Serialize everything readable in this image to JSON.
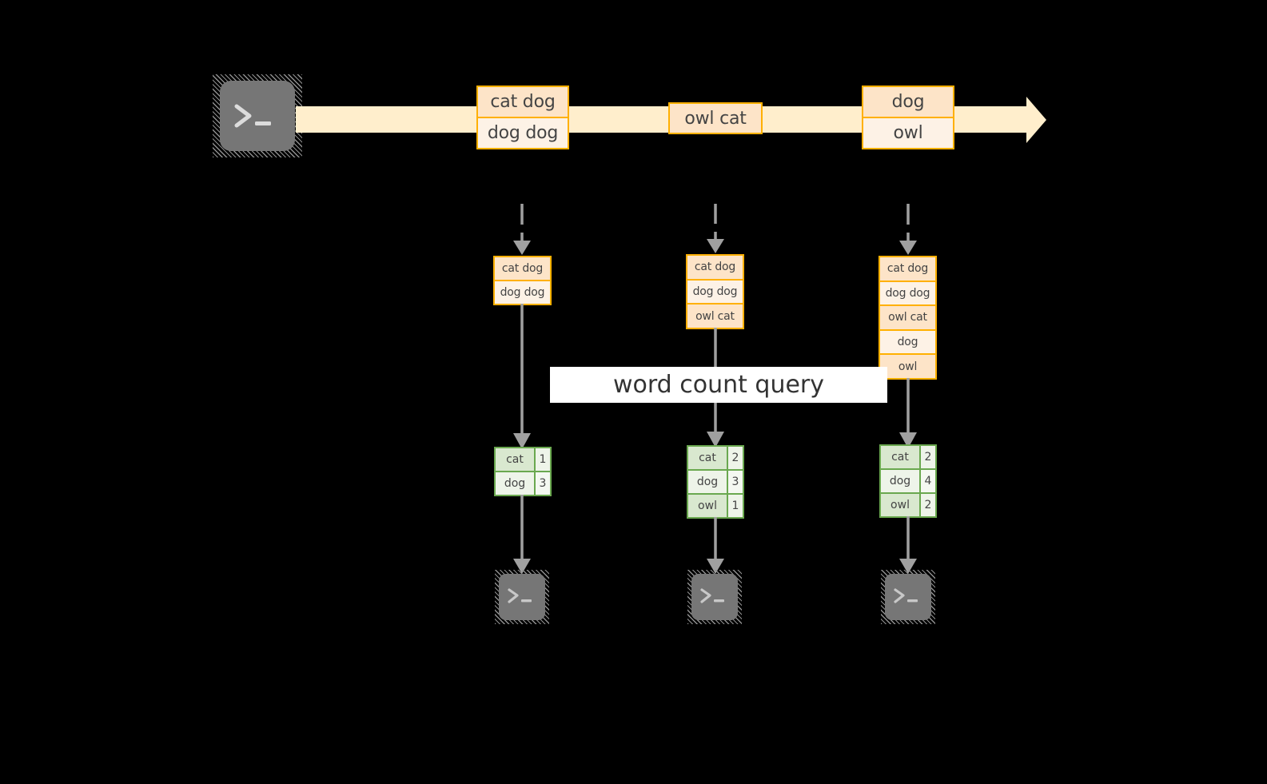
{
  "diagram": {
    "title_label": "word count query",
    "colors": {
      "background": "#000000",
      "stream_fill": "#ffeecc",
      "record_border": "#ffb000",
      "record_fill_dark": "#fde4c8",
      "record_fill_light": "#fdf2e6",
      "table_border": "#6aa84f",
      "table_fill_dark": "#d9e8cf",
      "table_fill_light": "#eef4e9",
      "arrow_gray": "#a0a0a0",
      "terminal_gray": "#767676",
      "label_bg": "#ffffff",
      "text": "#444444"
    },
    "source": {
      "icon": "terminal-icon",
      "glyph": ">_"
    },
    "stream": {
      "arrow_name": "event-stream-arrow",
      "records": [
        {
          "name": "record-1",
          "lines": [
            "cat dog",
            "dog dog"
          ]
        },
        {
          "name": "record-2",
          "lines": [
            "owl cat"
          ]
        },
        {
          "name": "record-3",
          "lines": [
            "dog",
            "owl"
          ]
        }
      ]
    },
    "columns": [
      {
        "name": "snapshot-1",
        "accumulated": [
          "cat dog",
          "dog dog"
        ],
        "result": {
          "rows": [
            {
              "word": "cat",
              "count": "1"
            },
            {
              "word": "dog",
              "count": "3"
            }
          ]
        },
        "sink": {
          "icon": "terminal-icon",
          "glyph": ">_"
        }
      },
      {
        "name": "snapshot-2",
        "accumulated": [
          "cat dog",
          "dog dog",
          "owl cat"
        ],
        "result": {
          "rows": [
            {
              "word": "cat",
              "count": "2"
            },
            {
              "word": "dog",
              "count": "3"
            },
            {
              "word": "owl",
              "count": "1"
            }
          ]
        },
        "sink": {
          "icon": "terminal-icon",
          "glyph": ">_"
        }
      },
      {
        "name": "snapshot-3",
        "accumulated": [
          "cat dog",
          "dog dog",
          "owl cat",
          "dog",
          "owl"
        ],
        "result": {
          "rows": [
            {
              "word": "cat",
              "count": "2"
            },
            {
              "word": "dog",
              "count": "4"
            },
            {
              "word": "owl",
              "count": "2"
            }
          ]
        },
        "sink": {
          "icon": "terminal-icon",
          "glyph": ">_"
        }
      }
    ]
  }
}
